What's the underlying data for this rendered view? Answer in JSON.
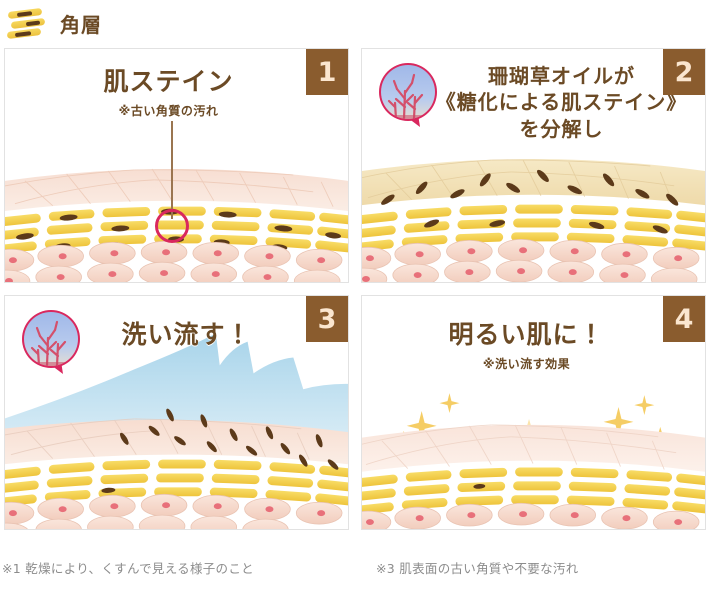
{
  "header": {
    "title": "角層",
    "icon": "stratum-corneum-cells-icon"
  },
  "panels": [
    {
      "number": "1",
      "title": "肌ステイン",
      "subtitle": "※古い角質の汚れ",
      "has_coral_bubble": false,
      "annotation": "stain-highlight-ring",
      "illustration": "skin-cross-section-with-stains"
    },
    {
      "number": "2",
      "title_line1": "珊瑚草オイルが",
      "title_line2": "《糖化による肌ステイン》",
      "title_line3": "を分解し",
      "subtitle": "",
      "has_coral_bubble": true,
      "illustration": "skin-cross-section-with-oil-layer"
    },
    {
      "number": "3",
      "title": "洗い流す！",
      "subtitle": "",
      "has_coral_bubble": true,
      "illustration": "skin-cross-section-with-water-wave"
    },
    {
      "number": "4",
      "title": "明るい肌に！",
      "subtitle": "※洗い流す効果",
      "has_coral_bubble": false,
      "illustration": "clean-skin-with-sparkles"
    }
  ],
  "footnotes": {
    "note1": "※1 乾燥により、くすんで見える様子のこと",
    "note3": "※3 肌表面の古い角質や不要な汚れ"
  },
  "colors": {
    "badge_bg": "#8a5c2e",
    "badge_text": "#fbe6cf",
    "title_brown": "#6b4a25",
    "corneocyte_yellow": "#f2ce4e",
    "stain_brown": "#5c3a1a",
    "cell_pink": "#f5d5c8",
    "nucleus_red": "#e8707a",
    "ring_crimson": "#d9285e",
    "water_blue": "#b8dcec",
    "oil_beige": "#f3e2bd",
    "sparkle_gold": "#f5c855",
    "footnote_gray": "#8c8c8c",
    "panel_border": "#e2e2e2"
  }
}
